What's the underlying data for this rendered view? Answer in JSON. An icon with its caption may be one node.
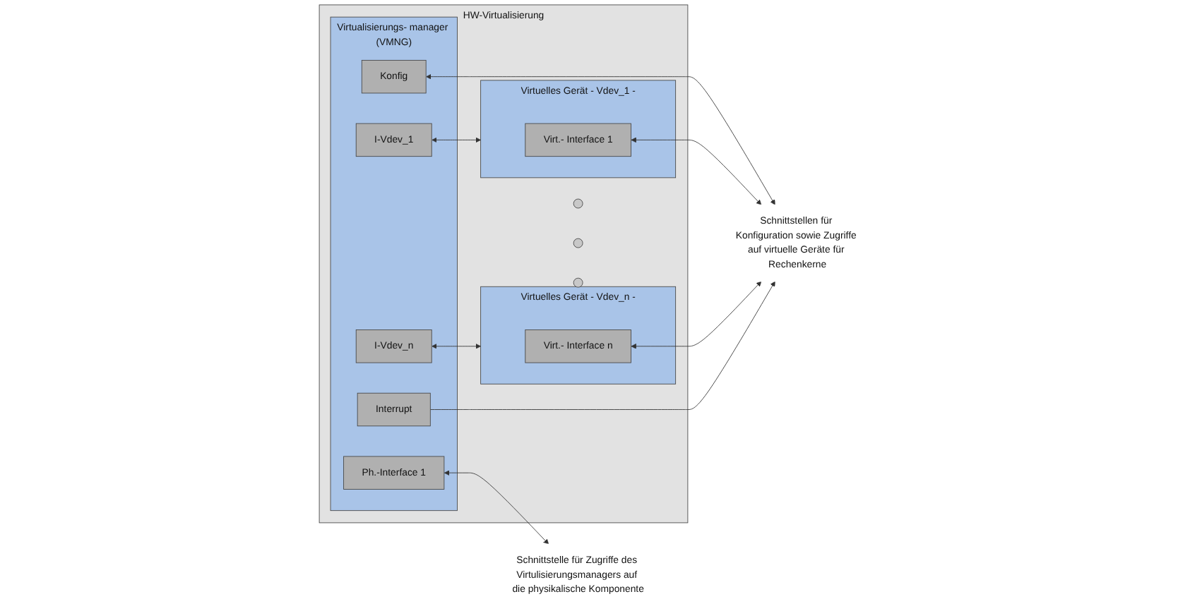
{
  "diagram": {
    "nodes": [
      {
        "text": [
          "HW-Virtualisierung"
        ]
      },
      {
        "text": [
          "Virtualisierungs- manager (VMNG)"
        ],
        "in": 0
      },
      {
        "text": [
          "Ph.-Interface 1"
        ],
        "in": 1
      },
      {
        "text": [
          "Konfig"
        ],
        "in": 1
      },
      {
        "text": [
          "I-Vdev_1"
        ],
        "in": 1
      },
      {
        "text": [
          "I-Vdev_n"
        ],
        "in": 1
      },
      {
        "text": [
          "Interrupt"
        ],
        "in": 1
      },
      {
        "text": [
          "Virtuelles Gerät - Vdev_1 -"
        ],
        "in": 0
      },
      {
        "text": [
          "Virt.- Interface 1"
        ],
        "in": 7
      },
      {
        "text": [
          "Virtuelles Gerät - Vdev_n -"
        ],
        "in": 0
      },
      {
        "text": [
          "Virt.- Interface n"
        ],
        "in": 9
      },
      {
        "text": [],
        "shape": "circle",
        "in": 0
      },
      {
        "text": [],
        "shape": "circle",
        "in": 0
      },
      {
        "text": [],
        "shape": "circle",
        "in": 0
      },
      {
        "text": [
          "Schnittstelle für Zugriffe des Virtulisierungsmanagers auf die physikalische Komponente"
        ]
      },
      {
        "text": [
          "Schnittstellen für Konfiguration sowie Zugriffe auf virtuelle Geräte für Rechenkerne"
        ]
      }
    ],
    "edges": [
      {
        "from": 2,
        "to": 14,
        "arrow": "both"
      },
      {
        "from": 3,
        "to": 15,
        "arrow": "both"
      },
      {
        "from": 4,
        "to": 7,
        "arrow": "both"
      },
      {
        "from": 5,
        "to": 9,
        "arrow": "both"
      },
      {
        "from": 8,
        "to": 15,
        "arrow": "both"
      },
      {
        "from": 10,
        "to": 15,
        "arrow": "both"
      },
      {
        "from": 6,
        "to": 15,
        "arrow": "to"
      }
    ]
  }
}
